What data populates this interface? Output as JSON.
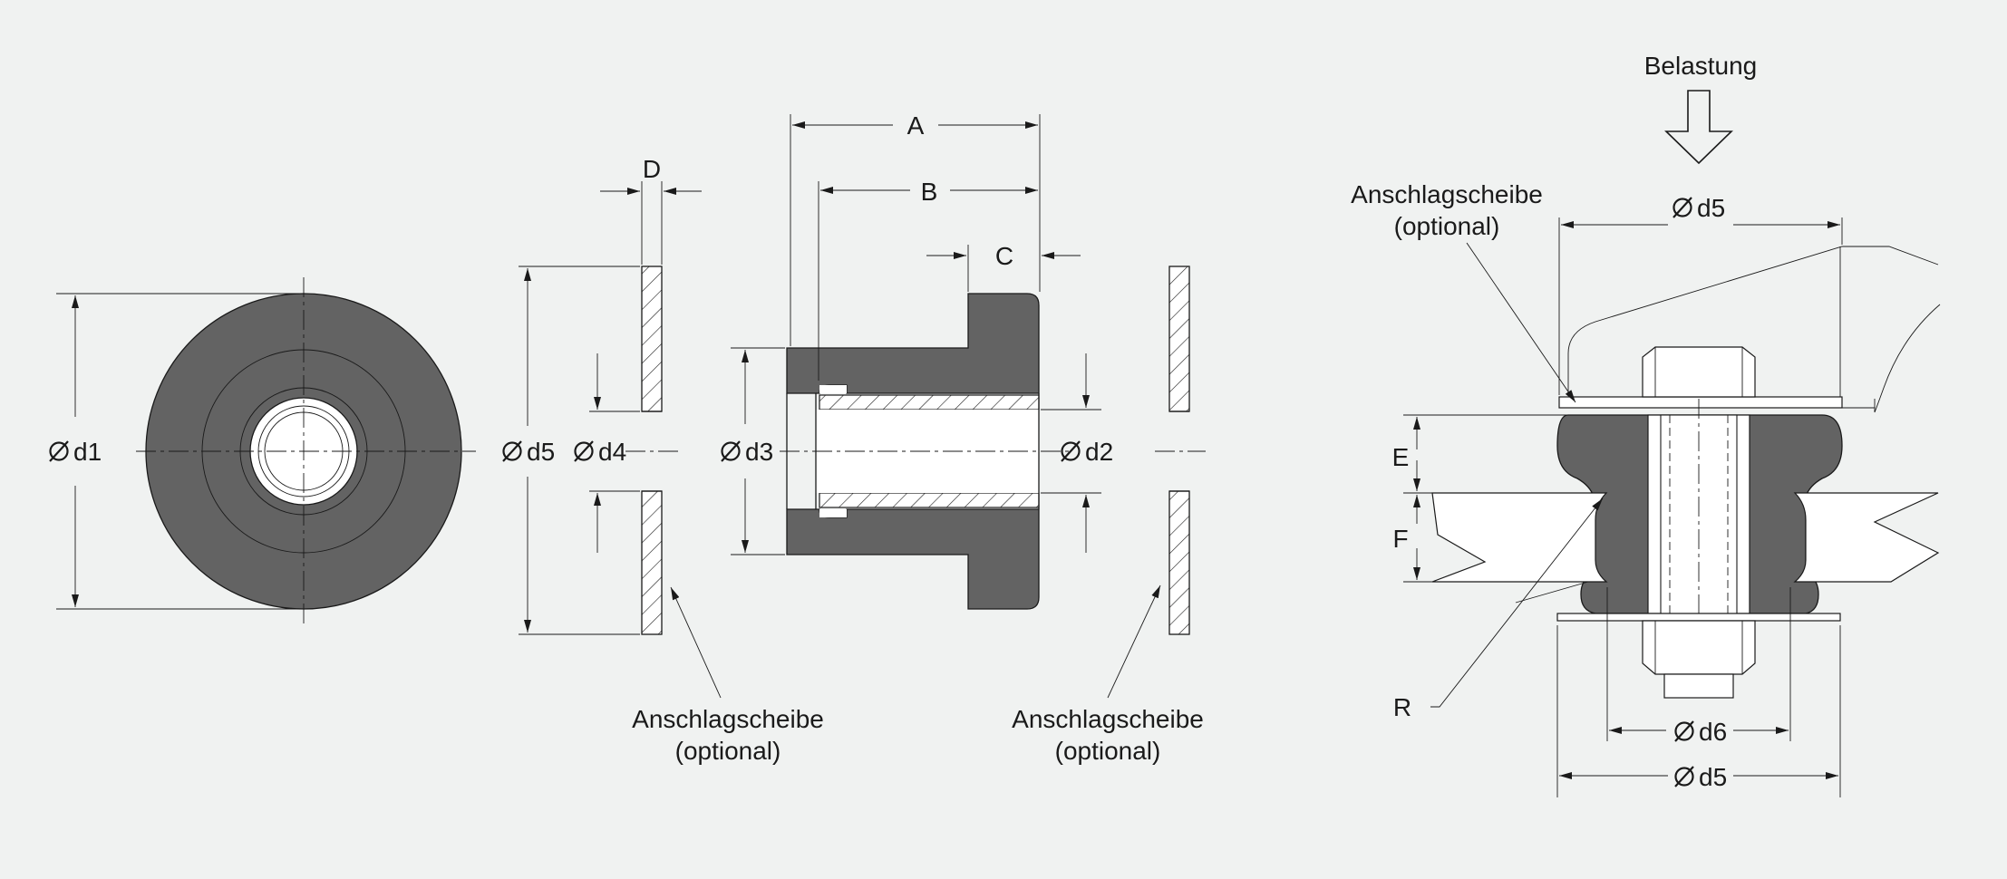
{
  "labels": {
    "d1": "d1",
    "d5": "d5",
    "d4": "d4",
    "d3": "d3",
    "d2": "d2",
    "d6": "d6",
    "A": "A",
    "B": "B",
    "C": "C",
    "D": "D",
    "E": "E",
    "F": "F",
    "R": "R",
    "belastung": "Belastung",
    "anschlag": "Anschlagscheibe",
    "optional": "(optional)"
  }
}
